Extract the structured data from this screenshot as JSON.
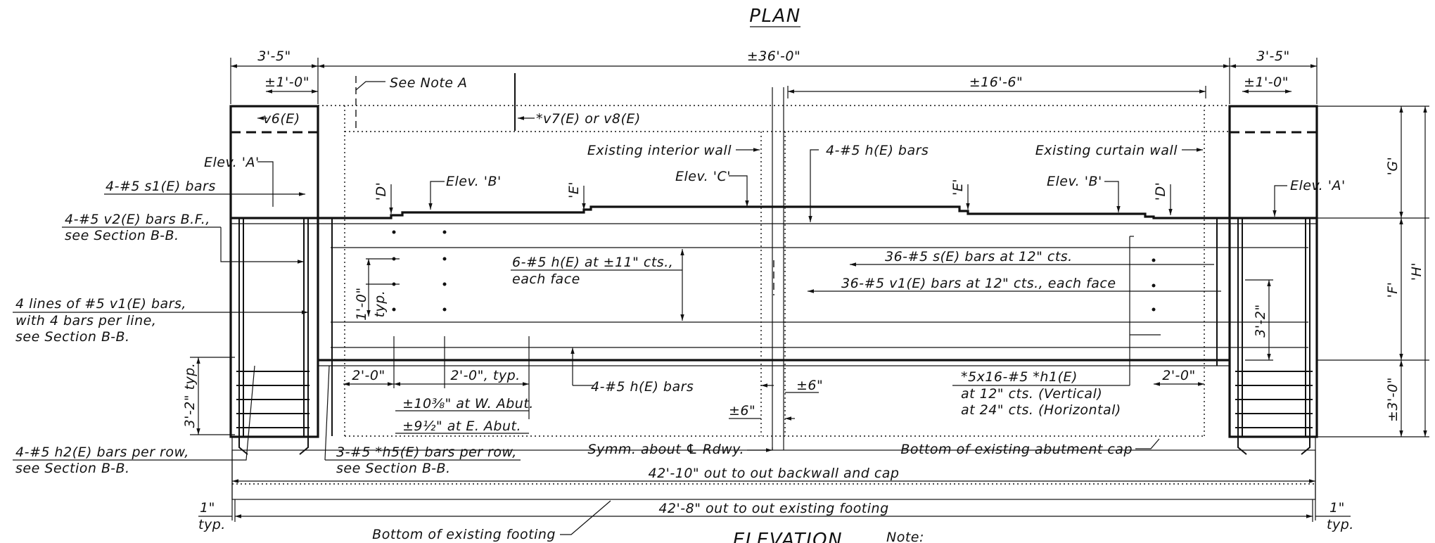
{
  "titles": {
    "plan": "PLAN",
    "elevation": "ELEVATION",
    "note": "Note:"
  },
  "dims": {
    "left_width": "3'-5\"",
    "total_span": "±36'-0\"",
    "right_width": "3'-5\"",
    "left_offset": "±1'-0\"",
    "right_offset": "±1'-0\"",
    "right_span": "±16'-6\"",
    "height_g": "'G'",
    "height_f": "'F'",
    "height_h": "'H'",
    "height_bottom": "±3'-0\"",
    "rebar_spacing_typ": "1'-0\"",
    "typ": "typ.",
    "left_bottom_dim": "2'-0\"",
    "left_bottom_dim2": "2'-0\", typ.",
    "dim_w_abut": "±10⅜\" at W. Abut.",
    "dim_e_abut": "±9½\" at E. Abut.",
    "dim_6_a": "±6\"",
    "dim_6_b": "±6\"",
    "right_bottom_dim": "2'-0\"",
    "left_height_dim": "3'-2\" typ.",
    "right_height_dim": "3'-2\"",
    "overall_backwall": "42'-10\" out to out backwall and cap",
    "overall_footing": "42'-8\" out to out existing footing",
    "one_inch_left": "1\"",
    "typ_left": "typ.",
    "one_inch_right": "1\"",
    "typ_right": "typ."
  },
  "labels": {
    "see_note_a": "See Note A",
    "v6e": "v6(E)",
    "v7e": "*v7(E) or v8(E)",
    "existing_interior_wall": "Existing interior wall",
    "four_h_bars_top": "4-#5 h(E) bars",
    "existing_curtain_wall": "Existing curtain wall",
    "elev_a_left": "Elev. 'A'",
    "elev_b_left": "Elev. 'B'",
    "elev_c": "Elev. 'C'",
    "elev_b_right": "Elev. 'B'",
    "elev_a_right": "Elev. 'A'",
    "d_left": "'D'",
    "e_left": "'E'",
    "e_right": "'E'",
    "d_right": "'D'",
    "s1_bars": "4-#5 s1(E) bars",
    "v2_bars_1": "4-#5 v2(E) bars B.F.,",
    "v2_bars_2": "see Section B-B.",
    "v1_lines_1": "4 lines of #5 v1(E) bars,",
    "v1_lines_2": "with 4 bars per line,",
    "v1_lines_3": "see Section B-B.",
    "h_bars_11_1": "6-#5 h(E) at ±11\" cts.,",
    "h_bars_11_2": "each face",
    "s_bars_12": "36-#5 s(E) bars at 12\" cts.",
    "v1_bars_12": "36-#5 v1(E) bars at 12\" cts., each face",
    "four_h_bars_bottom": "4-#5 h(E) bars",
    "h1_1": "*5x16-#5 *h1(E)",
    "h1_2": "at 12\" cts. (Vertical)",
    "h1_3": "at 24\" cts. (Horizontal)",
    "h2_bars_1": "4-#5 h2(E) bars per row,",
    "h2_bars_2": "see Section B-B.",
    "h5_bars_1": "3-#5 *h5(E) bars per row,",
    "h5_bars_2": "see Section B-B.",
    "symm": "Symm. about ℄ Rdwy.",
    "bottom_abut_cap": "Bottom of existing abutment cap",
    "bottom_footing": "Bottom of existing footing"
  }
}
